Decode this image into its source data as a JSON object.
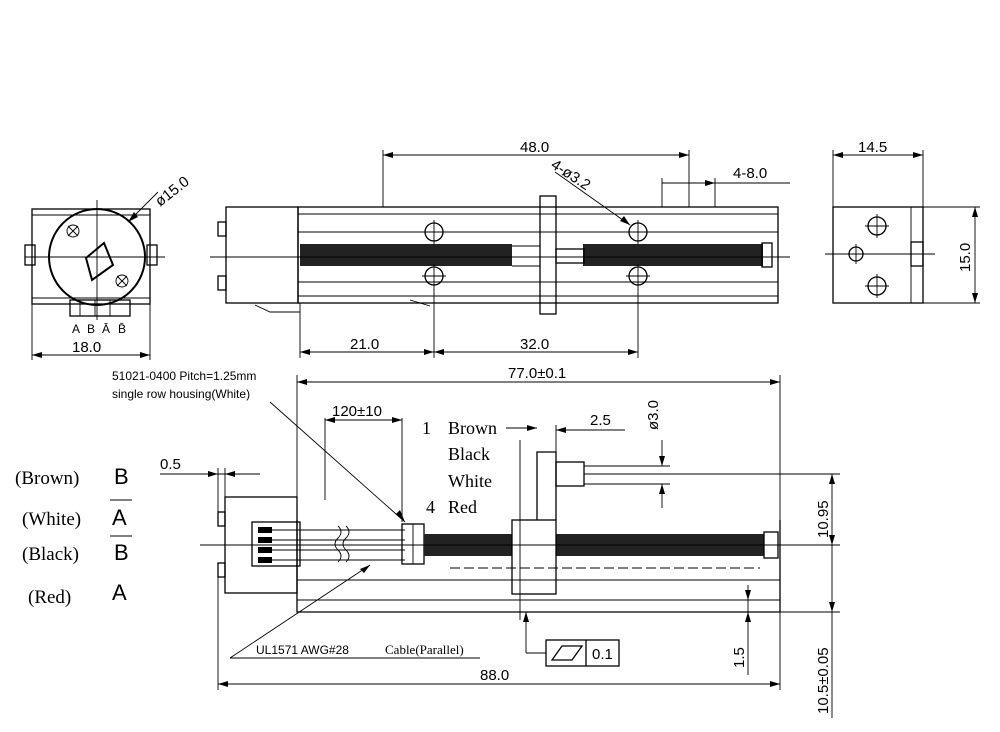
{
  "dimensions": {
    "front_diameter": "ø15.0",
    "front_width": "18.0",
    "rail_length": "48.0",
    "slider_holes": "4-ø3.2",
    "slot_range": "4-8.0",
    "side_width": "14.5",
    "side_height": "15.0",
    "hole_offset_1": "21.0",
    "hole_offset_2": "32.0",
    "overall_frame": "77.0±0.1",
    "cable_length": "120±10",
    "shaft_dia": "ø3.0",
    "boss_len": "2.5",
    "flange_gap": "0.5",
    "height_1": "10.95",
    "height_2": "10.5±0.05",
    "base_thk": "1.5",
    "overall_len": "88.0",
    "flatness_value": "0.1"
  },
  "connector_pins": [
    "A",
    "B",
    "Ā",
    "B̄"
  ],
  "notes": {
    "connector_line1": "51021-0400 Pitch=1.25mm",
    "connector_line2": "single row housing(White)",
    "cable": "UL1571 AWG#28",
    "cable_suffix": "Cable(Parallel)"
  },
  "pin_labels": {
    "pin1": "1",
    "pin4": "4",
    "colors": [
      "Brown",
      "Black",
      "White",
      "Red"
    ]
  },
  "wire_legend": [
    {
      "color": "(Brown)",
      "phase": "B",
      "bar": false
    },
    {
      "color": "(White)",
      "phase": "A",
      "bar": true
    },
    {
      "color": "(Black)",
      "phase": "B",
      "bar": true
    },
    {
      "color": "(Red)",
      "phase": "A",
      "bar": false
    }
  ]
}
